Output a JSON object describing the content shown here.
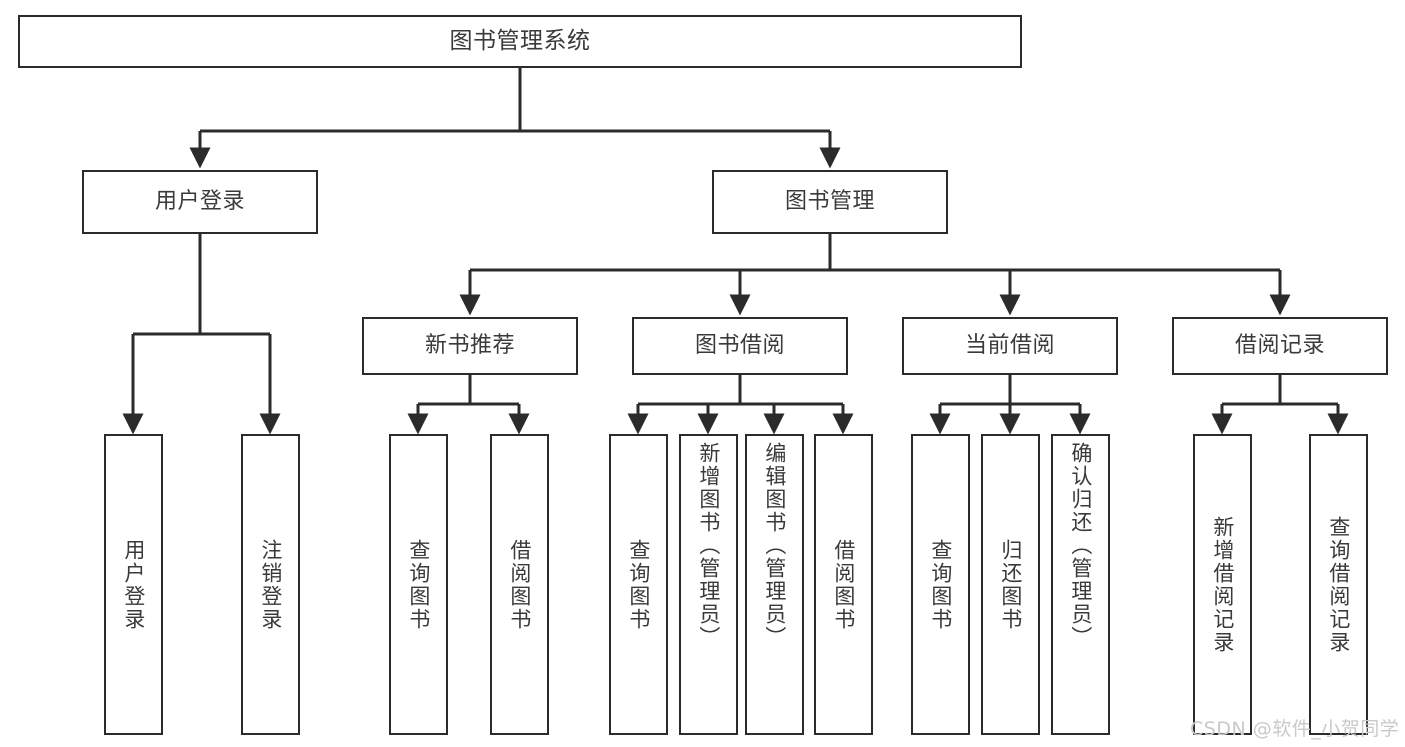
{
  "diagram": {
    "title": "图书管理系统",
    "type": "tree",
    "stroke_color": "#2b2b2b",
    "text_color": "#3a3a3a",
    "background": "#ffffff",
    "levels": {
      "root": {
        "label": "图书管理系统"
      },
      "level2": [
        {
          "label": "用户登录"
        },
        {
          "label": "图书管理"
        }
      ],
      "level3": [
        {
          "label": "新书推荐"
        },
        {
          "label": "图书借阅"
        },
        {
          "label": "当前借阅"
        },
        {
          "label": "借阅记录"
        }
      ],
      "leaves": {
        "user_login": [
          {
            "label": "用户登录"
          },
          {
            "label": "注销登录"
          }
        ],
        "new_book_recommend": [
          {
            "label": "查询图书"
          },
          {
            "label": "借阅图书"
          }
        ],
        "book_borrow": [
          {
            "label": "查询图书"
          },
          {
            "label": "新增图书（管理员）"
          },
          {
            "label": "编辑图书（管理员）"
          },
          {
            "label": "借阅图书"
          }
        ],
        "current_borrow": [
          {
            "label": "查询图书"
          },
          {
            "label": "归还图书"
          },
          {
            "label": "确认归还（管理员）"
          }
        ],
        "borrow_record": [
          {
            "label": "新增借阅记录"
          },
          {
            "label": "查询借阅记录"
          }
        ]
      }
    }
  },
  "watermark": {
    "text": "CSDN @软件_小贺同学",
    "color": "#c9c9c9"
  }
}
